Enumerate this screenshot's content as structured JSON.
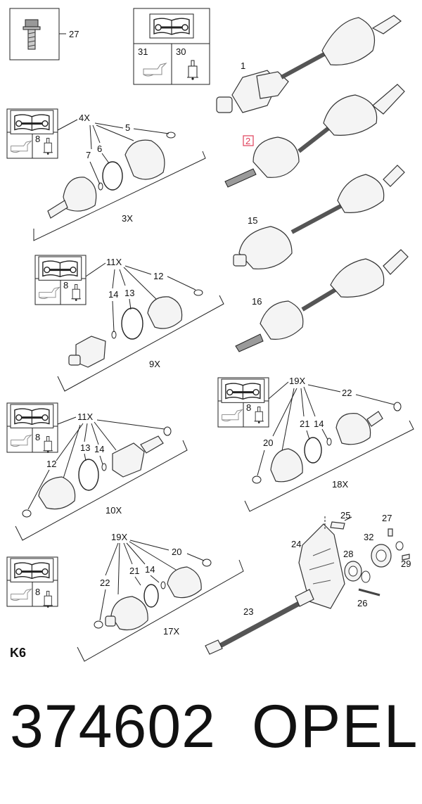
{
  "section_label": "K6",
  "part_number": "374602",
  "brand": "OPEL",
  "highlight_color": "#e0405a",
  "icons": {
    "manual": "repair-manual-icon",
    "oil_can": "oil-can-icon",
    "grease": "grease-gun-icon"
  },
  "labels": {
    "l27a": "27",
    "l31": "31",
    "l30": "30",
    "l1": "1",
    "l2": "2",
    "l15": "15",
    "l16": "16",
    "k1_qty": "4X",
    "k1_5": "5",
    "k1_7": "7",
    "k1_6": "6",
    "k1_8": "8",
    "k1_kit": "3X",
    "k2_qty": "11X",
    "k2_12": "12",
    "k2_14": "14",
    "k2_13": "13",
    "k2_8": "8",
    "k2_kit": "9X",
    "k3_qty": "19X",
    "k3_22": "22",
    "k3_21": "21",
    "k3_14": "14",
    "k3_20": "20",
    "k3_8": "8",
    "k3_kit": "18X",
    "k4_qty": "11X",
    "k4_13": "13",
    "k4_14": "14",
    "k4_12": "12",
    "k4_8": "8",
    "k4_kit": "10X",
    "k5_qty": "19X",
    "k5_20": "20",
    "k5_21": "21",
    "k5_14": "14",
    "k5_22": "22",
    "k5_8": "8",
    "k5_kit": "17X",
    "l25": "25",
    "l27b": "27",
    "l24": "24",
    "l32": "32",
    "l28": "28",
    "l29": "29",
    "l26": "26",
    "l23": "23"
  }
}
